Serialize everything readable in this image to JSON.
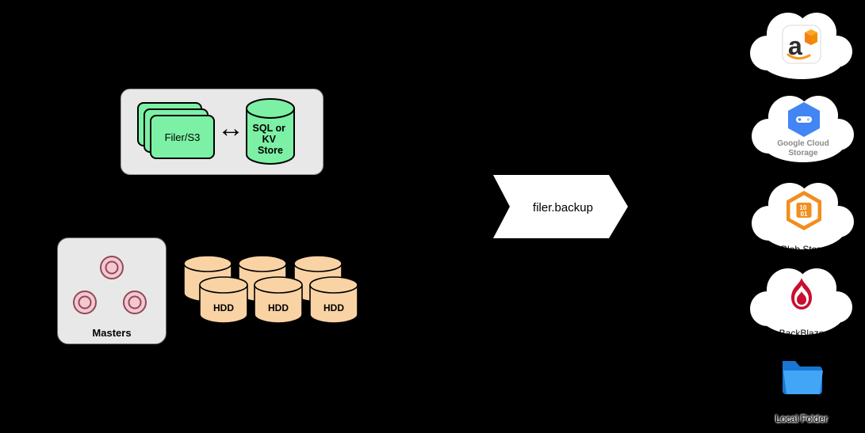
{
  "filer_group": {
    "filer_label": "Filer/S3",
    "arrow_glyph": "↔",
    "store_lines": [
      "SQL or",
      "KV",
      "Store"
    ]
  },
  "masters": {
    "label": "Masters"
  },
  "volumes": {
    "hdd_label": "HDD"
  },
  "flow": {
    "label": "filer.backup"
  },
  "targets": [
    {
      "name": "amazon-s3",
      "icon": "aws-icon",
      "icon_text": "a",
      "label": ""
    },
    {
      "name": "google-cloud-storage",
      "icon": "gcs-hexagon-icon",
      "label": "Google Cloud\nStorage"
    },
    {
      "name": "azure-blob-store",
      "icon": "azure-blob-icon",
      "icon_digits": [
        "10",
        "01"
      ],
      "label": "Blob Store"
    },
    {
      "name": "backblaze",
      "icon": "backblaze-flame-icon",
      "label": "BackBlaze"
    },
    {
      "name": "local-folder",
      "icon": "folder-icon",
      "label": "Local Folder"
    }
  ],
  "colors": {
    "background": "#000000",
    "panel_gray": "#E8E8E8",
    "node_green": "#7CF0A5",
    "hdd_peach": "#FAD3A5",
    "master_pink": "#F5C7D1",
    "arrow_white": "#FFFFFF",
    "gcs_blue": "#4285F4",
    "blob_orange": "#F28E1E",
    "backblaze_red": "#C8102E",
    "folder_blue": "#2196F3"
  }
}
